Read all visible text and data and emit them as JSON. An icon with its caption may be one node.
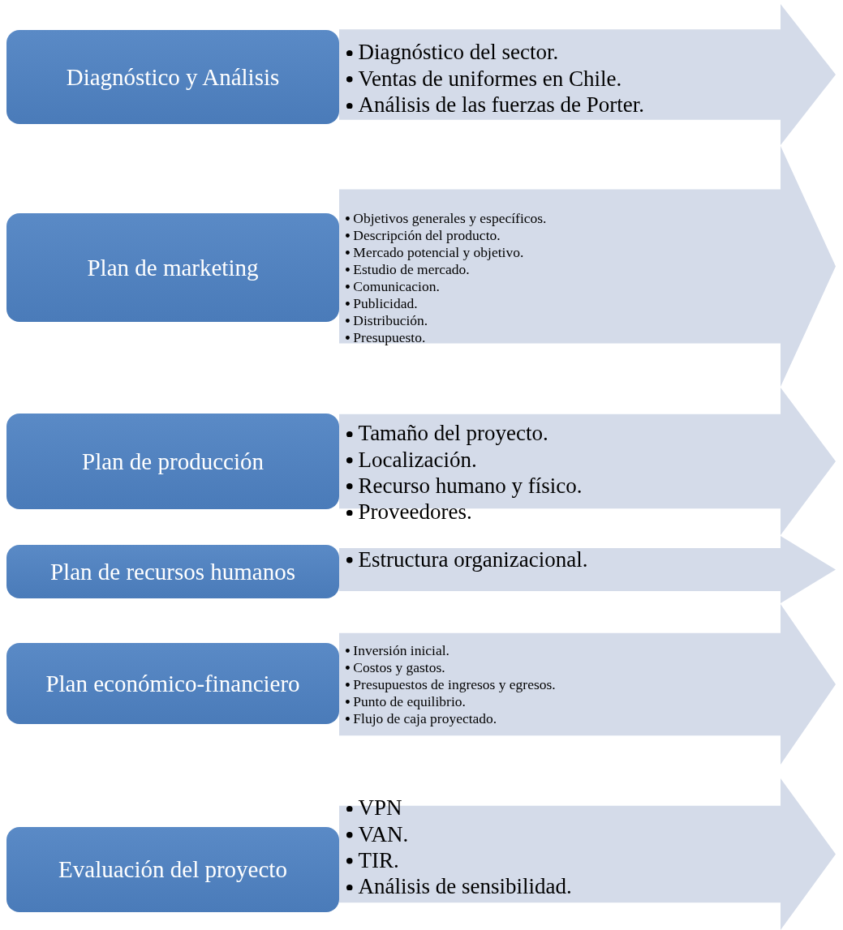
{
  "diagram": {
    "nodes": [
      {
        "text": [
          "Diagnóstico y Análisis"
        ]
      },
      {
        "text": [
          "Diagnóstico del sector.",
          "Ventas de uniformes en Chile.",
          "Análisis de las fuerzas de Porter."
        ]
      },
      {
        "text": [
          "Plan de marketing"
        ]
      },
      {
        "text": [
          "Objetivos generales y específicos.",
          "Descripción del producto.",
          "Mercado potencial y objetivo.",
          "Estudio de mercado.",
          "Comunicacion.",
          "Publicidad.",
          "Distribución.",
          "Presupuesto."
        ]
      },
      {
        "text": [
          "Plan de producción"
        ]
      },
      {
        "text": [
          "Tamaño del proyecto.",
          "Localización.",
          "Recurso humano y físico.",
          "Proveedores."
        ]
      },
      {
        "text": [
          "Plan de recursos humanos"
        ]
      },
      {
        "text": [
          "Estructura organizacional."
        ]
      },
      {
        "text": [
          "Plan económico-financiero"
        ]
      },
      {
        "text": [
          "Inversión inicial.",
          "Costos y gastos.",
          "Presupuestos de ingresos y egresos.",
          "Punto de equilibrio.",
          "Flujo de caja proyectado."
        ]
      },
      {
        "text": [
          "Evaluación del proyecto"
        ]
      },
      {
        "text": [
          "VPN",
          "VAN.",
          "TIR.",
          "Análisis de sensibilidad."
        ]
      }
    ],
    "edges": []
  }
}
